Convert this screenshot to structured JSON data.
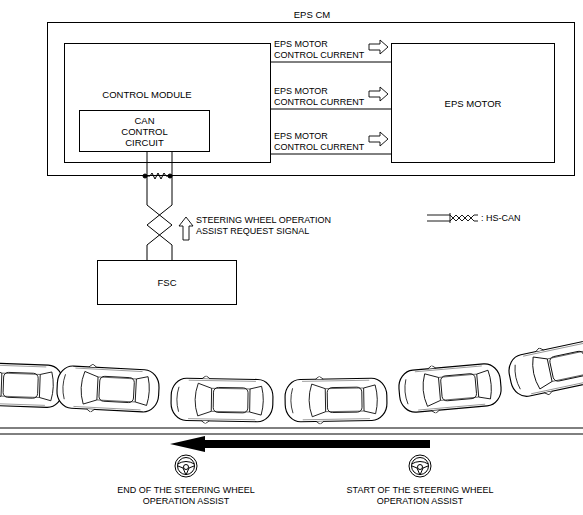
{
  "diagram": {
    "nodes": [
      {
        "text": [
          "EPS CM"
        ]
      },
      {
        "text": [
          "CONTROL MODULE"
        ],
        "in": 0
      },
      {
        "text": [
          "CAN CONTROL CIRCUIT"
        ],
        "in": 1
      },
      {
        "text": [
          "EPS MOTOR"
        ],
        "in": 0
      },
      {
        "text": [
          "FSC"
        ]
      }
    ],
    "edges": [
      {
        "from": 1,
        "to": 3,
        "label": "EPS MOTOR CONTROL CURRENT",
        "arrow": "none"
      },
      {
        "from": 1,
        "to": 3,
        "label": "EPS MOTOR CONTROL CURRENT",
        "arrow": "none"
      },
      {
        "from": 1,
        "to": 3,
        "label": "EPS MOTOR CONTROL CURRENT",
        "arrow": "none"
      },
      {
        "from": 4,
        "to": 2,
        "label": "STEERING WHEEL OPERATION ASSIST REQUEST SIGNAL",
        "arrow": "none"
      }
    ],
    "labels": [
      "END OF THE STEERING WHEEL OPERATION ASSIST",
      "START OF THE STEERING WHEEL OPERATION ASSIST"
    ],
    "legend": [
      {
        "text": ": HS-CAN"
      }
    ]
  }
}
